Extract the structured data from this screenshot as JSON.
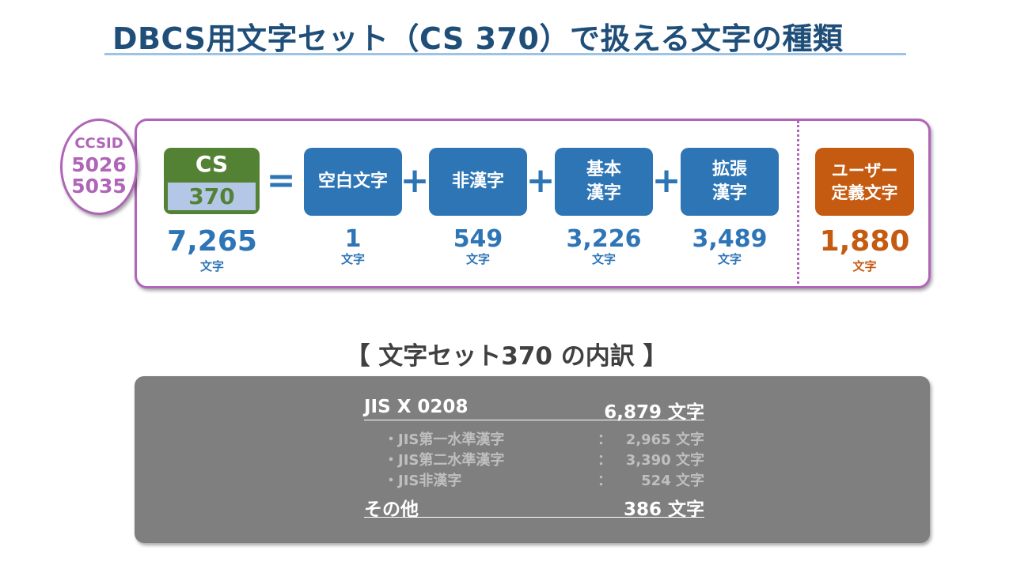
{
  "title": "DBCS用文字セット（CS 370）で扱える文字の種類",
  "ccsid": {
    "label": "CCSID",
    "values": [
      "5026",
      "5035"
    ]
  },
  "cs": {
    "top": "CS",
    "bottom": "370"
  },
  "operators": {
    "equals": "=",
    "plus": "+"
  },
  "boxes": [
    {
      "label": "空白文字",
      "count": "1",
      "unit": "文字"
    },
    {
      "label": "非漢字",
      "count": "549",
      "unit": "文字"
    },
    {
      "label": "基本\n漢字",
      "count": "3,226",
      "unit": "文字"
    },
    {
      "label": "拡張\n漢字",
      "count": "3,489",
      "unit": "文字"
    },
    {
      "label": "ユーザー\n定義文字",
      "count": "1,880",
      "unit": "文字"
    }
  ],
  "total": {
    "count": "7,265",
    "unit": "文字"
  },
  "breakdown": {
    "title": "【 文字セット370 の内訳 】",
    "main_rows": [
      {
        "label": "JIS X 0208",
        "value": "6,879 文字"
      },
      {
        "label": "その他",
        "value": "386 文字"
      }
    ],
    "sub_rows": [
      {
        "label": "・JIS第一水準漢字",
        "sep": "：",
        "value": "2,965 文字"
      },
      {
        "label": "・JIS第二水準漢字",
        "sep": "：",
        "value": "3,390 文字"
      },
      {
        "label": "・JIS非漢字",
        "sep": "：",
        "value": "524 文字"
      }
    ]
  },
  "colors": {
    "title": "#1f4e79",
    "purple": "#b065b8",
    "green": "#548235",
    "blue": "#2e75b6",
    "orange": "#c55a11",
    "gray_panel": "#7f7f7f"
  }
}
